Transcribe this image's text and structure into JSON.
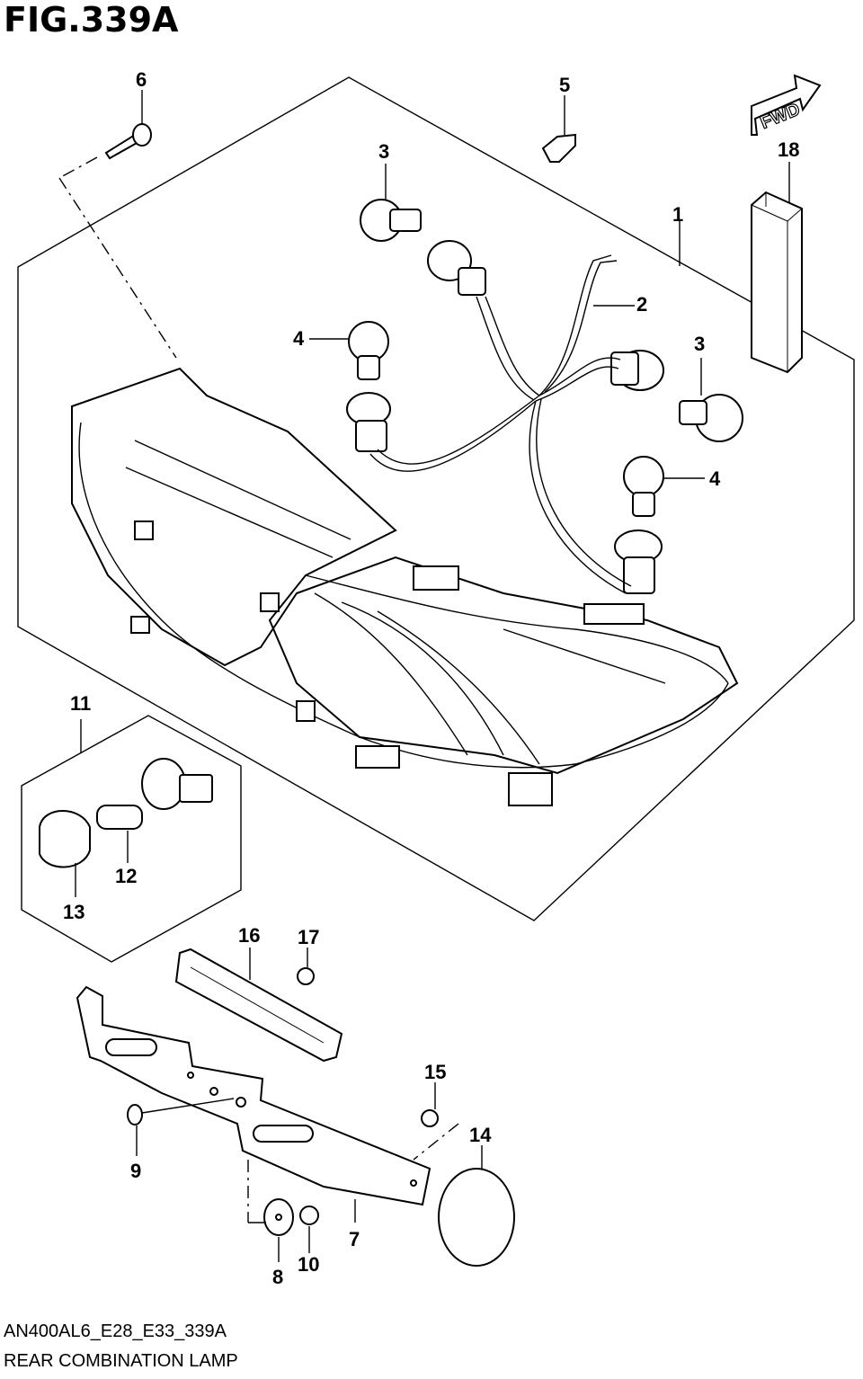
{
  "title": "FIG.339A",
  "footer": {
    "code": "AN400AL6_E28_E33_339A",
    "name": "REAR COMBINATION LAMP"
  },
  "fwd_label": "FWD",
  "callouts": [
    {
      "id": "c1",
      "label": "1"
    },
    {
      "id": "c2",
      "label": "2"
    },
    {
      "id": "c3a",
      "label": "3"
    },
    {
      "id": "c3b",
      "label": "3"
    },
    {
      "id": "c4a",
      "label": "4"
    },
    {
      "id": "c4b",
      "label": "4"
    },
    {
      "id": "c5",
      "label": "5"
    },
    {
      "id": "c6",
      "label": "6"
    },
    {
      "id": "c7",
      "label": "7"
    },
    {
      "id": "c8",
      "label": "8"
    },
    {
      "id": "c9",
      "label": "9"
    },
    {
      "id": "c10",
      "label": "10"
    },
    {
      "id": "c11",
      "label": "11"
    },
    {
      "id": "c12",
      "label": "12"
    },
    {
      "id": "c13",
      "label": "13"
    },
    {
      "id": "c14",
      "label": "14"
    },
    {
      "id": "c15",
      "label": "15"
    },
    {
      "id": "c16",
      "label": "16"
    },
    {
      "id": "c17",
      "label": "17"
    },
    {
      "id": "c18",
      "label": "18"
    }
  ]
}
